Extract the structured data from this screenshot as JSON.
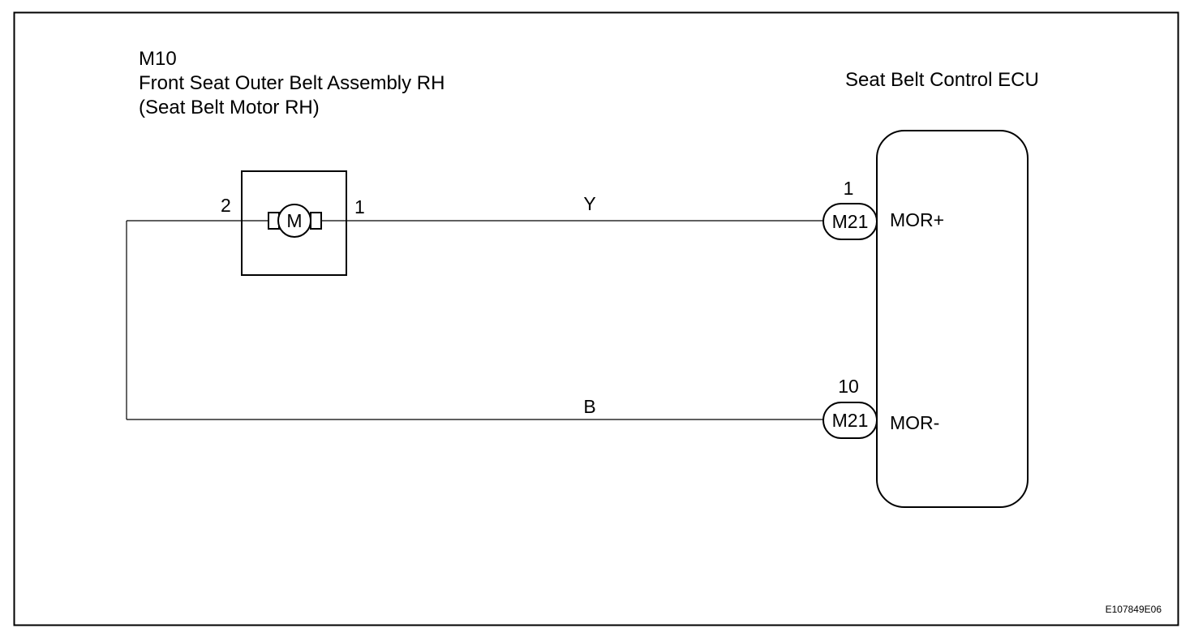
{
  "component": {
    "code": "M10",
    "name": "Front Seat Outer Belt Assembly RH",
    "subname": "(Seat Belt Motor RH)",
    "symbol": "M",
    "pin_left": "2",
    "pin_right": "1"
  },
  "ecu": {
    "name": "Seat Belt Control ECU",
    "terminals": [
      {
        "pin": "1",
        "connector": "M21",
        "signal": "MOR+"
      },
      {
        "pin": "10",
        "connector": "M21",
        "signal": "MOR-"
      }
    ]
  },
  "wires": [
    {
      "color_code": "Y"
    },
    {
      "color_code": "B"
    }
  ],
  "figure_id": "E107849E06"
}
